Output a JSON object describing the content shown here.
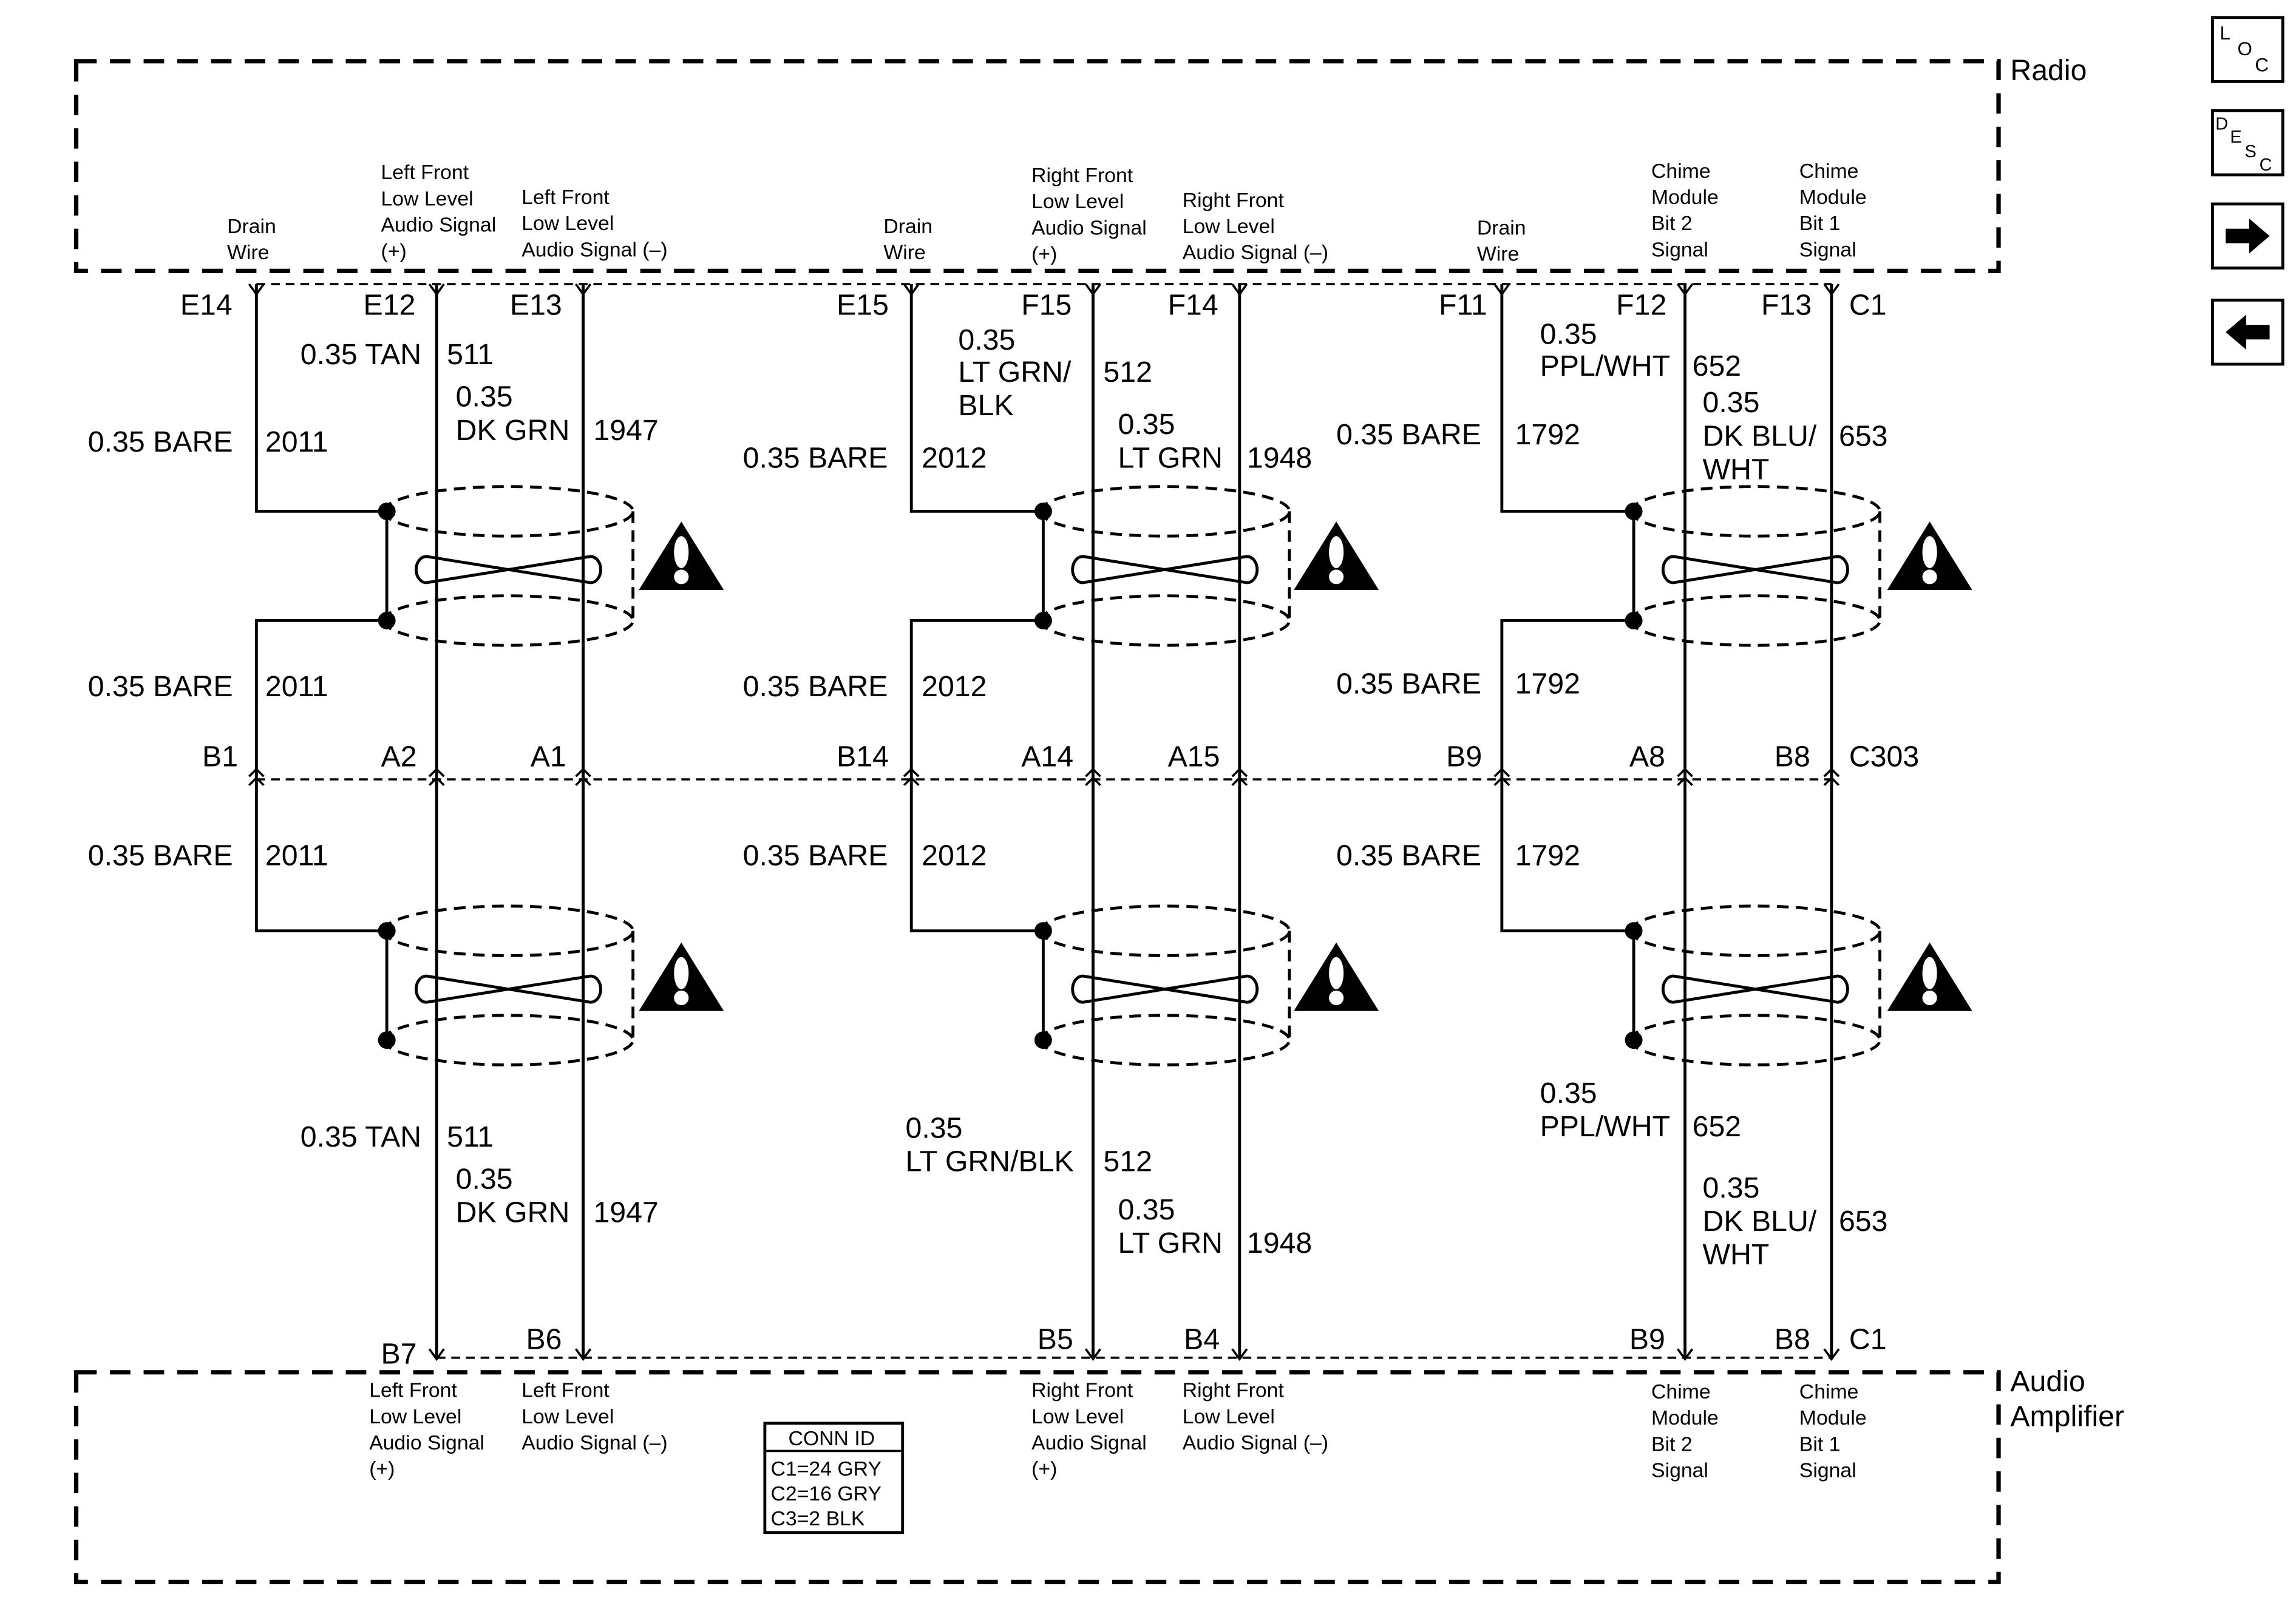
{
  "radio_label": "Radio",
  "amplifier_label": [
    "Audio",
    "Amplifier"
  ],
  "nav": {
    "loc": [
      "L",
      "O",
      "C"
    ],
    "desc": [
      "D",
      "E",
      "S",
      "C"
    ]
  },
  "top_labels": {
    "drain1": [
      "Drain",
      "Wire"
    ],
    "lf_plus": [
      "Left Front",
      "Low Level",
      "Audio Signal",
      "(+)"
    ],
    "lf_minus": [
      "Left Front",
      "Low Level",
      "Audio Signal (–)"
    ],
    "drain2": [
      "Drain",
      "Wire"
    ],
    "rf_plus": [
      "Right Front",
      "Low Level",
      "Audio Signal",
      "(+)"
    ],
    "rf_minus": [
      "Right Front",
      "Low Level",
      "Audio Signal (–)"
    ],
    "drain3": [
      "Drain",
      "Wire"
    ],
    "chime2": [
      "Chime",
      "Module",
      "Bit 2",
      "Signal"
    ],
    "chime1": [
      "Chime",
      "Module",
      "Bit 1",
      "Signal"
    ]
  },
  "top_pins": [
    "E14",
    "E12",
    "E13",
    "E15",
    "F15",
    "F14",
    "F11",
    "F12",
    "F13",
    "C1"
  ],
  "mid_pins": [
    "B1",
    "A2",
    "A1",
    "B14",
    "A14",
    "A15",
    "B9",
    "A8",
    "B8",
    "C303"
  ],
  "bottom_pins": [
    "B7",
    "B6",
    "B5",
    "B4",
    "B9",
    "B8",
    "C1"
  ],
  "bottom_labels": {
    "lf_plus": [
      "Left Front",
      "Low Level",
      "Audio Signal",
      "(+)"
    ],
    "lf_minus": [
      "Left Front",
      "Low Level",
      "Audio Signal (–)"
    ],
    "rf_plus": [
      "Right Front",
      "Low Level",
      "Audio Signal",
      "(+)"
    ],
    "rf_minus": [
      "Right Front",
      "Low Level",
      "Audio Signal (–)"
    ],
    "chime2": [
      "Chime",
      "Module",
      "Bit 2",
      "Signal"
    ],
    "chime1": [
      "Chime",
      "Module",
      "Bit 1",
      "Signal"
    ]
  },
  "conn_id": {
    "title": "CONN ID",
    "rows": [
      "C1=24 GRY",
      "C2=16 GRY",
      "C3=2 BLK"
    ]
  },
  "wires_upper": {
    "drain1": [
      "0.35 BARE",
      "2011"
    ],
    "tan": [
      "0.35 TAN",
      "511"
    ],
    "dkgrn": [
      "0.35",
      "DK GRN",
      "1947"
    ],
    "drain2": [
      "0.35 BARE",
      "2012"
    ],
    "ltgrnblk": [
      "0.35",
      "LT GRN/",
      "BLK",
      "512"
    ],
    "ltgrn": [
      "0.35",
      "LT GRN",
      "1948"
    ],
    "drain3": [
      "0.35 BARE",
      "1792"
    ],
    "pplwht": [
      "0.35",
      "PPL/WHT",
      "652"
    ],
    "dkbluwht": [
      "0.35",
      "DK BLU/",
      "WHT",
      "653"
    ]
  },
  "wires_mid": {
    "drain1": [
      "0.35 BARE",
      "2011"
    ],
    "drain2": [
      "0.35 BARE",
      "2012"
    ],
    "drain3": [
      "0.35 BARE",
      "1792"
    ]
  },
  "wires_lower": {
    "drain1": [
      "0.35 BARE",
      "2011"
    ],
    "drain2": [
      "0.35 BARE",
      "2012"
    ],
    "drain3": [
      "0.35 BARE",
      "1792"
    ],
    "tan": [
      "0.35 TAN",
      "511"
    ],
    "dkgrn": [
      "0.35",
      "DK GRN",
      "1947"
    ],
    "ltgrnblk": [
      "0.35",
      "LT GRN/BLK",
      "512"
    ],
    "ltgrn": [
      "0.35",
      "LT GRN",
      "1948"
    ],
    "pplwht": [
      "0.35",
      "PPL/WHT",
      "652"
    ],
    "dkbluwht": [
      "0.35",
      "DK BLU/",
      "WHT",
      "653"
    ]
  },
  "warning_symbol": "!"
}
